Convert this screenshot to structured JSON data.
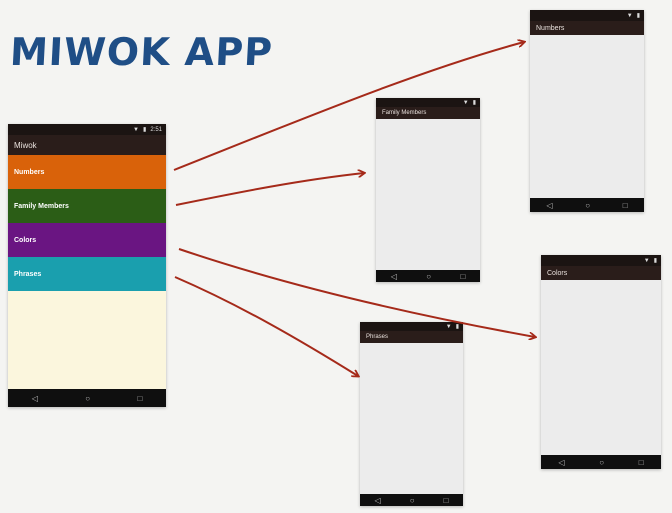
{
  "title": "MIWOK APP",
  "main_phone": {
    "time": "2:51",
    "app_title": "Miwok",
    "categories": [
      {
        "label": "Numbers",
        "color": "#d9620a"
      },
      {
        "label": "Family Members",
        "color": "#2b5d16"
      },
      {
        "label": "Colors",
        "color": "#6a1582"
      },
      {
        "label": "Phrases",
        "color": "#1a9fae"
      }
    ],
    "list_background": "#fbf6dd"
  },
  "screens": {
    "numbers": {
      "title": "Numbers"
    },
    "family": {
      "title": "Family Members"
    },
    "colors": {
      "title": "Colors"
    },
    "phrases": {
      "title": "Phrases"
    }
  },
  "nav": {
    "back": "◁",
    "home": "○",
    "recent": "□"
  },
  "arrow_color": "#a52a1a"
}
